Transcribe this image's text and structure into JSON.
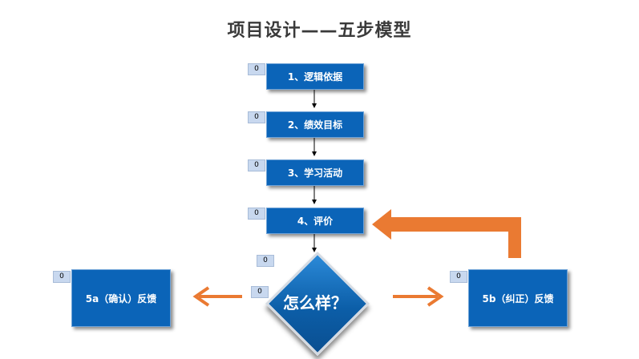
{
  "title": "项目设计——五步模型",
  "steps": [
    {
      "label": "1、逻辑依据",
      "badge": "0"
    },
    {
      "label": "2、绩效目标",
      "badge": "0"
    },
    {
      "label": "3、学习活动",
      "badge": "0"
    },
    {
      "label": "4、评价",
      "badge": "0"
    }
  ],
  "decision": {
    "label": "怎么样？",
    "badge_top": "0",
    "badge_left": "0"
  },
  "feedback_a": {
    "label": "5a（确认）反馈",
    "badge": "0"
  },
  "feedback_b": {
    "label": "5b（纠正）反馈",
    "badge": "0"
  },
  "colors": {
    "box": "#0b64b8",
    "arrow_orange": "#ea7a32",
    "title": "#3a3a3a"
  }
}
